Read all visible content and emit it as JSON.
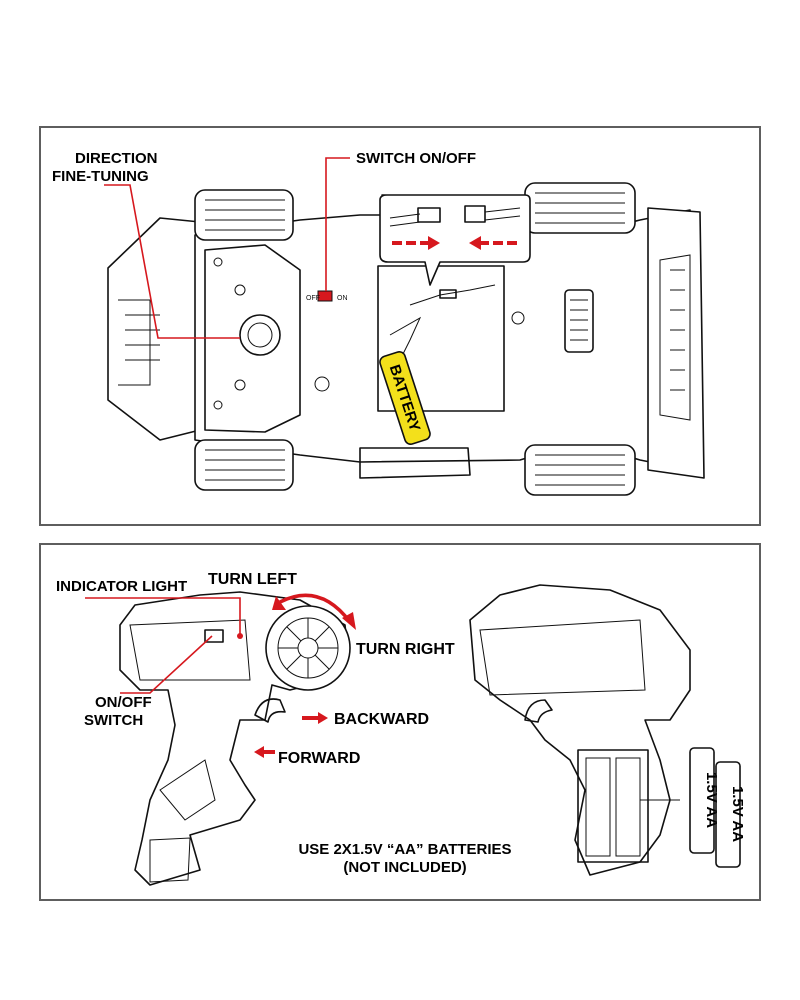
{
  "car_panel": {
    "direction_label_line1": "DIRECTION",
    "direction_label_line2": "FINE-TUNING",
    "switch_label": "SWITCH ON/OFF",
    "switch_on": "ON",
    "switch_off": "OFF",
    "battery_tag": "BATTERY"
  },
  "controller_panel": {
    "indicator_light": "INDICATOR LIGHT",
    "turn_left": "TURN LEFT",
    "turn_right": "TURN RIGHT",
    "onoff_line1": "ON/OFF",
    "onoff_line2": "SWITCH",
    "backward": "BACKWARD",
    "forward": "FORWARD",
    "battery_note_line1": "USE 2X1.5V “AA” BATTERIES",
    "battery_note_line2": "(NOT INCLUDED)",
    "battery_cell_label": "1.5V AA"
  },
  "colors": {
    "accent_red": "#d6181e",
    "battery_yellow": "#f3e01b",
    "frame_gray": "#5e5e5e"
  }
}
